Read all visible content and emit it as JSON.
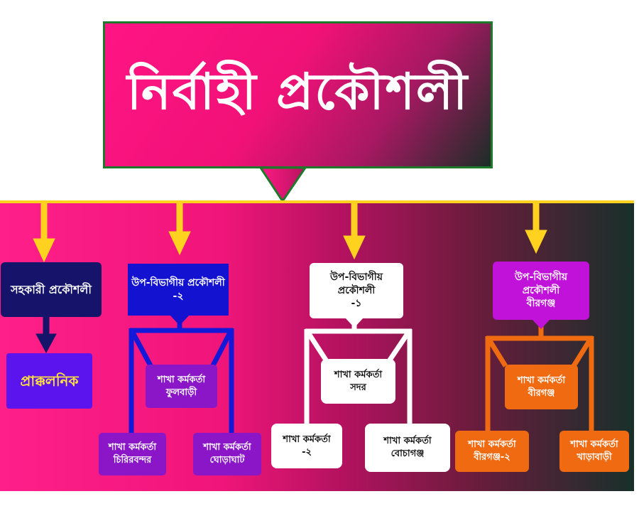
{
  "title": "নির্বাহী প্রকৌশলী",
  "nodes": {
    "assistant": "সহকারী প্রকৌশলী",
    "estimator": "প্রাক্কলনিক",
    "sub2": {
      "line1": "উপ-বিভাগীয় প্রকৌশলী",
      "line2": "-২"
    },
    "sub1": {
      "line1": "উপ-বিভাগীয় প্রকৌশলী",
      "line2": "-১"
    },
    "subB": {
      "line1": "উপ-বিভাগীয় প্রকৌশলী",
      "line2": "বীরগঞ্জ"
    },
    "branches": {
      "fulbari": {
        "line1": "শাখা কর্মকর্তা",
        "line2": "ফুলবাড়ী"
      },
      "chirirbandar": {
        "line1": "শাখা কর্মকর্তা",
        "line2": "চিরিরবন্দর"
      },
      "ghoraghat": {
        "line1": "শাখা কর্মকর্তা",
        "line2": "ঘোড়াঘাট"
      },
      "sadar": {
        "line1": "শাখা কর্মকর্তা",
        "line2": "সদর"
      },
      "minus2": {
        "line1": "শাখা কর্মকর্তা",
        "line2": "-২"
      },
      "bochaganj": {
        "line1": "শাখা কর্মকর্তা",
        "line2": "বোচাগঞ্জ"
      },
      "birganj": {
        "line1": "শাখা কর্মকর্তা",
        "line2": "বীরগঞ্জ"
      },
      "birganj2": {
        "line1": "শাখা কর্মকর্তা",
        "line2": "বীরগঞ্জ-২"
      },
      "kaharol": {
        "line1": "শাখা কর্মকর্তা",
        "line2": "খাড়াবাড়ী"
      }
    }
  },
  "colors": {
    "connector_yellow": "#ffd21f",
    "assistant_bg": "#15146a",
    "estimator_bg": "#5b14ee",
    "sub2_bg": "#1212d0",
    "sub1_bg": "#ffffff",
    "subB_bg": "#c012d8",
    "purple_branch_bg": "#8a16c8",
    "orange_branch_bg": "#ef6a10",
    "title_border": "#1e7a2a"
  }
}
